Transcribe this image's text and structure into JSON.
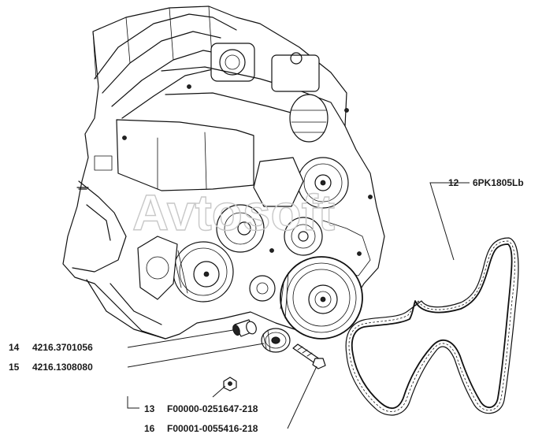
{
  "watermark": "Avtosoft",
  "callouts": [
    {
      "num": "12",
      "code": "6PK1805Lb"
    },
    {
      "num": "13",
      "code": "F00000-0251647-218"
    },
    {
      "num": "14",
      "code": "4216.3701056"
    },
    {
      "num": "15",
      "code": "4216.1308080"
    },
    {
      "num": "16",
      "code": "F00001-0055416-218"
    }
  ]
}
